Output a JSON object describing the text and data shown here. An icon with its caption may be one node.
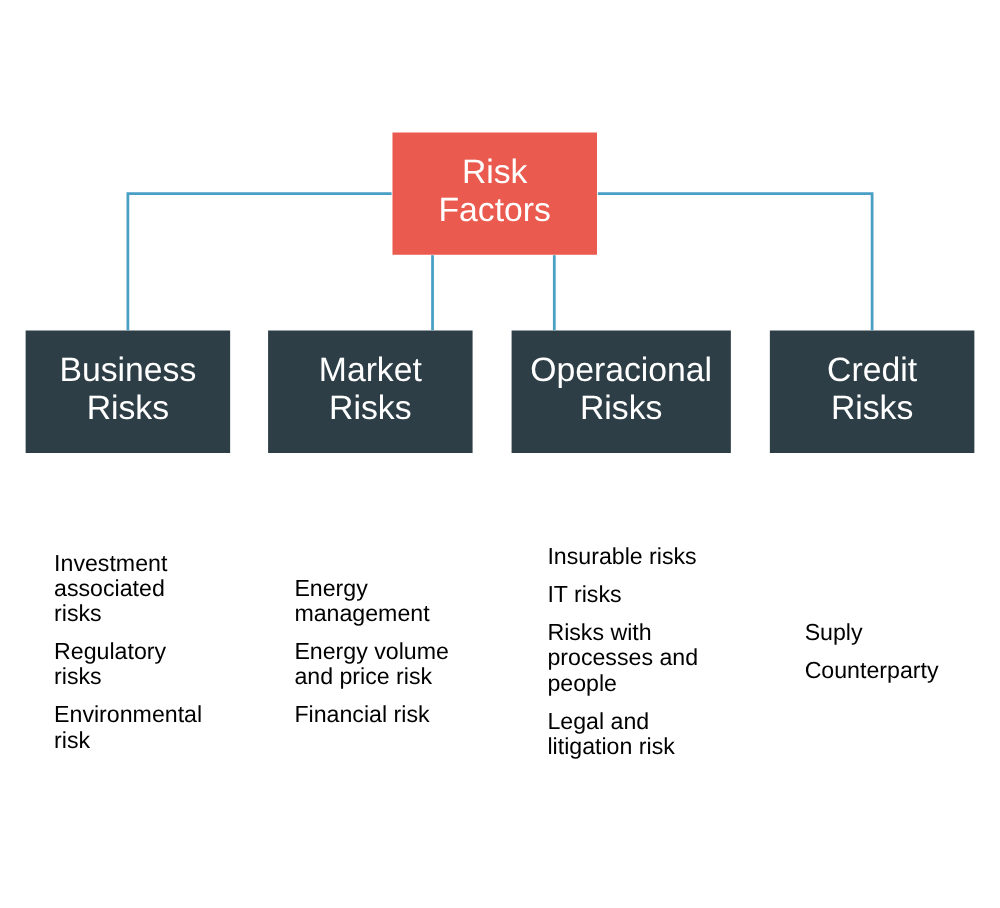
{
  "diagram": {
    "nodes": [
      {
        "text": [
          "Risk Factors"
        ]
      },
      {
        "text": [
          "Business Risks"
        ],
        "beside": [
          "Investment associated risks",
          "Regulatory risks",
          "Environmental risk"
        ]
      },
      {
        "text": [
          "Market Risks"
        ],
        "beside": [
          "Energy management",
          "Energy volume and price risk",
          "Financial risk"
        ]
      },
      {
        "text": [
          "Operacional Risks"
        ],
        "beside": [
          "Insurable risks",
          "IT risks",
          "Risks with processes and people",
          "Legal and litigation risk"
        ]
      },
      {
        "text": [
          "Credit Risks"
        ],
        "beside": [
          "Suply",
          "Counterparty"
        ]
      }
    ],
    "edges": [
      {
        "from": 0,
        "to": 1,
        "arrow": "none"
      },
      {
        "from": 0,
        "to": 2,
        "arrow": "none"
      },
      {
        "from": 0,
        "to": 3,
        "arrow": "none"
      },
      {
        "from": 0,
        "to": 4,
        "arrow": "none"
      }
    ]
  }
}
